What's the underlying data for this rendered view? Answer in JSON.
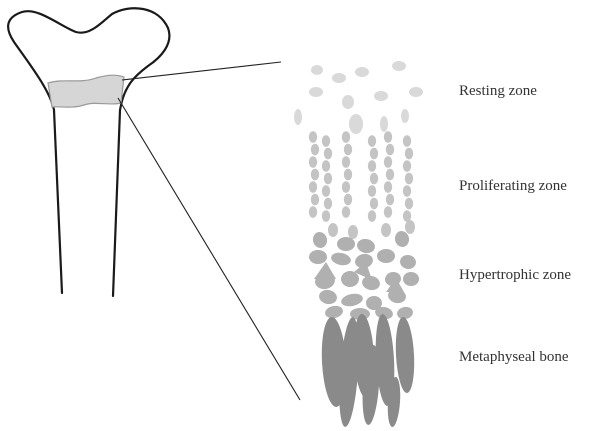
{
  "zones": [
    {
      "key": "resting",
      "label": "Resting zone"
    },
    {
      "key": "proliferating",
      "label": "Proliferating zone"
    },
    {
      "key": "hypertrophic",
      "label": "Hypertrophic zone"
    },
    {
      "key": "metaphyseal",
      "label": "Metaphyseal bone"
    }
  ],
  "colors": {
    "bone_outline": "#1a1a1a",
    "growth_plate_fill": "#d6d6d6",
    "growth_plate_stroke": "#9a9a9a",
    "resting_cells": "#d9d9d9",
    "proliferating_cells": "#c4c4c4",
    "hypertrophic_cells": "#b0b0b0",
    "bone_columns": "#8a8a8a",
    "zoom_lines": "#222222"
  }
}
